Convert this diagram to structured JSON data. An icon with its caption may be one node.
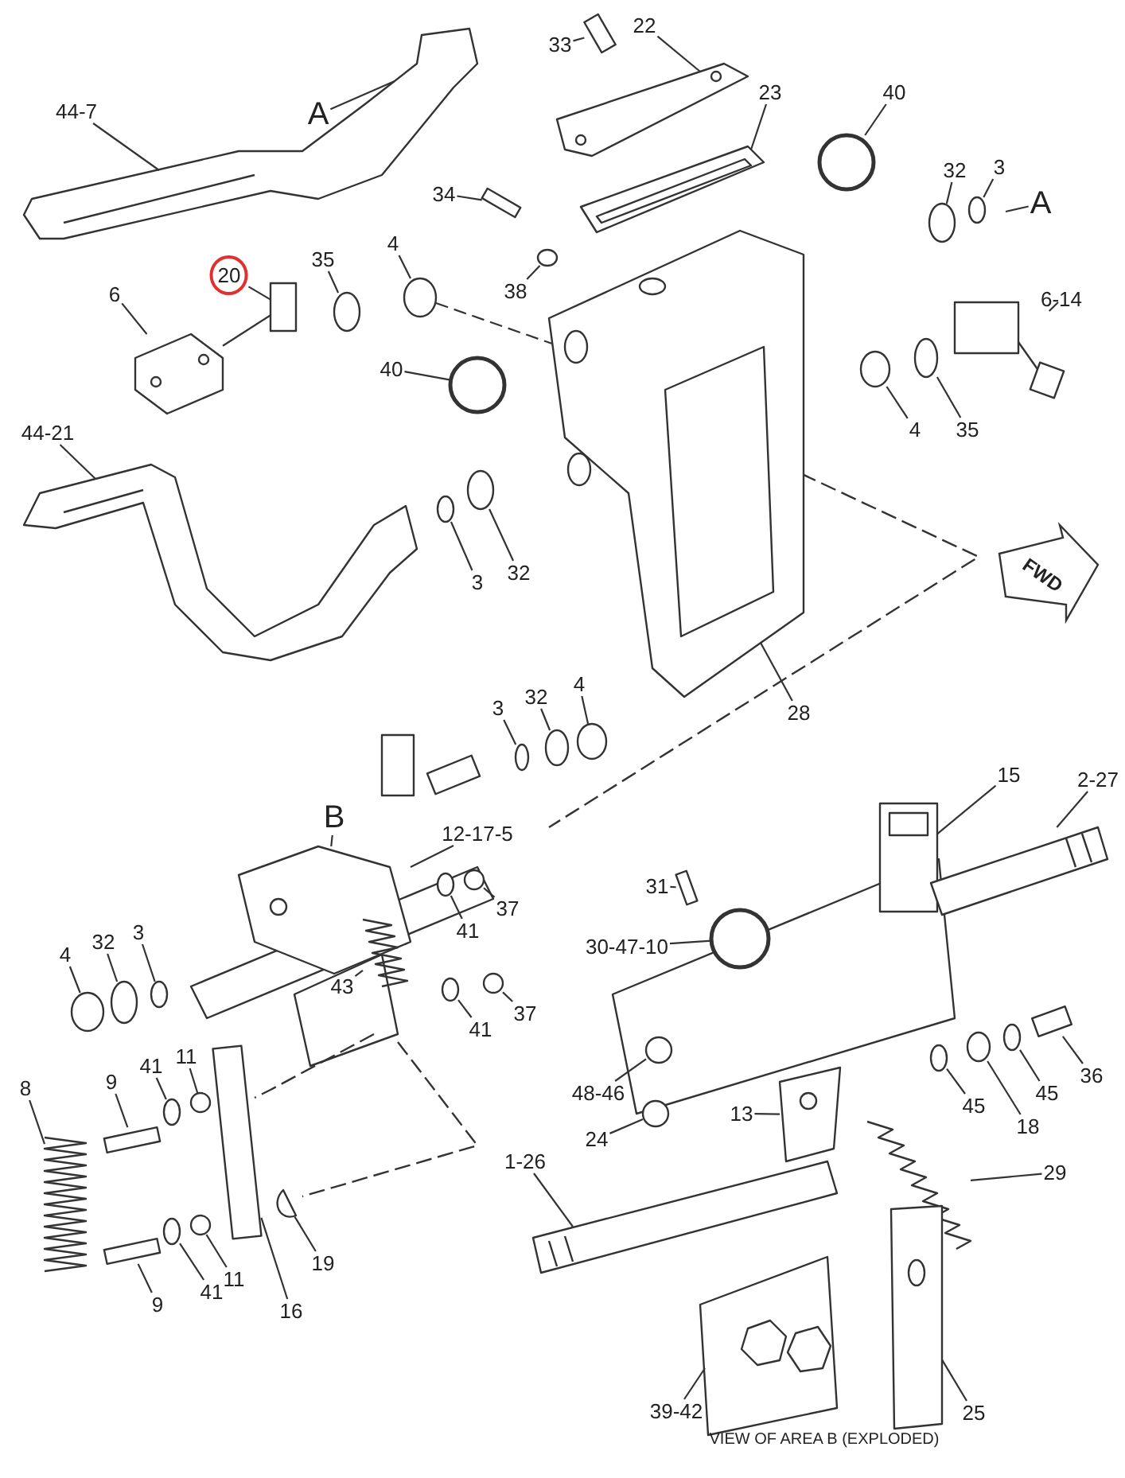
{
  "diagram": {
    "nodes": [
      {
        "text": [
          "44-7"
        ]
      },
      {
        "text": [
          "A"
        ]
      },
      {
        "text": [
          "33"
        ]
      },
      {
        "text": [
          "22"
        ]
      },
      {
        "text": [
          "23"
        ]
      },
      {
        "text": [
          "40"
        ]
      },
      {
        "text": [
          "32"
        ]
      },
      {
        "text": [
          "3"
        ]
      },
      {
        "text": [
          "A"
        ]
      },
      {
        "text": [
          "6-14"
        ]
      },
      {
        "text": [
          "34"
        ]
      },
      {
        "text": [
          "20"
        ]
      },
      {
        "text": [
          "35"
        ]
      },
      {
        "text": [
          "4"
        ]
      },
      {
        "text": [
          "38"
        ]
      },
      {
        "text": [
          "6"
        ]
      },
      {
        "text": [
          "40"
        ]
      },
      {
        "text": [
          "4"
        ]
      },
      {
        "text": [
          "35"
        ]
      },
      {
        "text": [
          "44-21"
        ]
      },
      {
        "text": [
          "3"
        ]
      },
      {
        "text": [
          "32"
        ]
      },
      {
        "text": [
          "28"
        ]
      },
      {
        "text": [
          "3"
        ]
      },
      {
        "text": [
          "32"
        ]
      },
      {
        "text": [
          "4"
        ]
      },
      {
        "text": [
          "B"
        ]
      },
      {
        "text": [
          "12-17-5"
        ]
      },
      {
        "text": [
          "37"
        ]
      },
      {
        "text": [
          "41"
        ]
      },
      {
        "text": [
          "43"
        ]
      },
      {
        "text": [
          "41"
        ]
      },
      {
        "text": [
          "37"
        ]
      },
      {
        "text": [
          "15"
        ]
      },
      {
        "text": [
          "2-27"
        ]
      },
      {
        "text": [
          "31"
        ]
      },
      {
        "text": [
          "30-47-10"
        ]
      },
      {
        "text": [
          "4"
        ]
      },
      {
        "text": [
          "32"
        ]
      },
      {
        "text": [
          "3"
        ]
      },
      {
        "text": [
          "8"
        ]
      },
      {
        "text": [
          "9"
        ]
      },
      {
        "text": [
          "41"
        ]
      },
      {
        "text": [
          "11"
        ]
      },
      {
        "text": [
          "48-46"
        ]
      },
      {
        "text": [
          "24"
        ]
      },
      {
        "text": [
          "45"
        ]
      },
      {
        "text": [
          "18"
        ]
      },
      {
        "text": [
          "45"
        ]
      },
      {
        "text": [
          "36"
        ]
      },
      {
        "text": [
          "1-26"
        ]
      },
      {
        "text": [
          "29"
        ]
      },
      {
        "text": [
          "13"
        ]
      },
      {
        "text": [
          "19"
        ]
      },
      {
        "text": [
          "9"
        ]
      },
      {
        "text": [
          "41"
        ]
      },
      {
        "text": [
          "11"
        ]
      },
      {
        "text": [
          "16"
        ]
      },
      {
        "text": [
          "39-42"
        ]
      },
      {
        "text": [
          "25"
        ]
      },
      {
        "text": [],
        "shape": "picture"
      },
      {
        "text": [],
        "shape": "box"
      },
      {
        "text": [],
        "shape": "picture"
      },
      {
        "text": [],
        "shape": "picture"
      },
      {
        "text": [],
        "shape": "circle"
      },
      {
        "text": [],
        "shape": "circle"
      },
      {
        "text": [],
        "shape": "circle"
      },
      {
        "text": [],
        "shape": "picture"
      },
      {
        "text": [],
        "shape": "box"
      },
      {
        "text": [],
        "shape": "box"
      },
      {
        "text": [],
        "shape": "circle"
      },
      {
        "text": [],
        "shape": "circle"
      },
      {
        "text": [],
        "shape": "circle"
      },
      {
        "text": [],
        "shape": "picture"
      },
      {
        "text": [],
        "shape": "circle"
      },
      {
        "text": [],
        "shape": "circle"
      },
      {
        "text": [],
        "shape": "circle"
      },
      {
        "text": [],
        "shape": "picture"
      },
      {
        "text": [],
        "shape": "circle"
      },
      {
        "text": [],
        "shape": "circle"
      },
      {
        "text": [],
        "shape": "picture"
      },
      {
        "text": [],
        "shape": "circle"
      },
      {
        "text": [],
        "shape": "circle"
      },
      {
        "text": [],
        "shape": "circle"
      },
      {
        "text": [],
        "shape": "picture"
      },
      {
        "text": [],
        "shape": "circle"
      },
      {
        "text": [],
        "shape": "circle"
      },
      {
        "text": [],
        "shape": "picture"
      },
      {
        "text": [],
        "shape": "circle"
      },
      {
        "text": [],
        "shape": "circle"
      },
      {
        "text": [],
        "shape": "picture"
      },
      {
        "text": [],
        "shape": "picture"
      },
      {
        "text": [],
        "shape": "box"
      },
      {
        "text": [],
        "shape": "circle"
      },
      {
        "text": [],
        "shape": "circle"
      },
      {
        "text": [],
        "shape": "circle"
      },
      {
        "text": [],
        "shape": "circle"
      },
      {
        "text": [],
        "shape": "picture"
      },
      {
        "text": [],
        "shape": "box"
      },
      {
        "text": [],
        "shape": "circle"
      },
      {
        "text": [],
        "shape": "circle"
      },
      {
        "text": [],
        "shape": "circle"
      },
      {
        "text": [],
        "shape": "circle"
      },
      {
        "text": [],
        "shape": "circle"
      },
      {
        "text": [],
        "shape": "circle"
      },
      {
        "text": [],
        "shape": "circle"
      },
      {
        "text": [],
        "shape": "box"
      },
      {
        "text": [],
        "shape": "picture"
      },
      {
        "text": [],
        "shape": "picture"
      },
      {
        "text": [],
        "shape": "picture"
      },
      {
        "text": [],
        "shape": "picture"
      },
      {
        "text": [],
        "shape": "box"
      },
      {
        "text": [],
        "shape": "circle"
      },
      {
        "text": [],
        "shape": "circle"
      },
      {
        "text": [],
        "shape": "box"
      },
      {
        "text": [],
        "shape": "picture"
      },
      {
        "text": [],
        "shape": "picture"
      }
    ],
    "edges": [
      {
        "from": 0,
        "to": 60,
        "arrow": "none"
      },
      {
        "from": 1,
        "to": 60,
        "arrow": "none"
      },
      {
        "from": 2,
        "to": 61,
        "arrow": "none"
      },
      {
        "from": 3,
        "to": 62,
        "arrow": "none"
      },
      {
        "from": 4,
        "to": 63,
        "arrow": "none"
      },
      {
        "from": 5,
        "to": 64,
        "arrow": "none"
      },
      {
        "from": 6,
        "to": 65,
        "arrow": "none"
      },
      {
        "from": 7,
        "to": 66,
        "arrow": "none"
      },
      {
        "from": 8,
        "to": null,
        "arrow": "none"
      },
      {
        "from": 9,
        "to": 67,
        "arrow": "none"
      },
      {
        "from": 10,
        "to": 68,
        "arrow": "none"
      },
      {
        "from": 11,
        "to": 69,
        "arrow": "none"
      },
      {
        "from": 12,
        "to": 70,
        "arrow": "none"
      },
      {
        "from": 13,
        "to": 71,
        "arrow": "none"
      },
      {
        "from": 14,
        "to": 72,
        "arrow": "none"
      },
      {
        "from": 15,
        "to": 73,
        "arrow": "none"
      },
      {
        "from": 16,
        "to": 74,
        "arrow": "none"
      },
      {
        "from": 17,
        "to": 75,
        "arrow": "none"
      },
      {
        "from": 18,
        "to": 76,
        "arrow": "none"
      },
      {
        "from": 19,
        "to": 77,
        "arrow": "none"
      },
      {
        "from": 20,
        "to": 78,
        "arrow": "none"
      },
      {
        "from": 21,
        "to": 79,
        "arrow": "none"
      },
      {
        "from": 22,
        "to": 80,
        "arrow": "none"
      },
      {
        "from": 23,
        "to": 81,
        "arrow": "none"
      },
      {
        "from": 24,
        "to": 82,
        "arrow": "none"
      },
      {
        "from": 25,
        "to": 83,
        "arrow": "none"
      },
      {
        "from": 26,
        "to": 84,
        "arrow": "none"
      },
      {
        "from": 27,
        "to": 84,
        "arrow": "none"
      },
      {
        "from": 28,
        "to": 85,
        "arrow": "none"
      },
      {
        "from": 29,
        "to": 86,
        "arrow": "none"
      },
      {
        "from": 30,
        "to": 87,
        "arrow": "none"
      },
      {
        "from": 31,
        "to": 88,
        "arrow": "none"
      },
      {
        "from": 32,
        "to": 89,
        "arrow": "none"
      },
      {
        "from": 33,
        "to": 90,
        "arrow": "none"
      },
      {
        "from": 34,
        "to": 91,
        "arrow": "none"
      },
      {
        "from": 35,
        "to": 92,
        "arrow": "none"
      },
      {
        "from": 36,
        "to": 93,
        "arrow": "none"
      },
      {
        "from": 37,
        "to": 94,
        "arrow": "none"
      },
      {
        "from": 38,
        "to": 95,
        "arrow": "none"
      },
      {
        "from": 39,
        "to": 96,
        "arrow": "none"
      },
      {
        "from": 40,
        "to": 97,
        "arrow": "none"
      },
      {
        "from": 41,
        "to": 98,
        "arrow": "none"
      },
      {
        "from": 42,
        "to": 99,
        "arrow": "none"
      },
      {
        "from": 43,
        "to": 100,
        "arrow": "none"
      },
      {
        "from": 44,
        "to": 101,
        "arrow": "none"
      },
      {
        "from": 45,
        "to": 102,
        "arrow": "none"
      },
      {
        "from": 46,
        "to": 103,
        "arrow": "none"
      },
      {
        "from": 47,
        "to": 104,
        "arrow": "none"
      },
      {
        "from": 48,
        "to": 105,
        "arrow": "none"
      },
      {
        "from": 49,
        "to": 106,
        "arrow": "none"
      },
      {
        "from": 50,
        "to": 107,
        "arrow": "none"
      },
      {
        "from": 51,
        "to": 108,
        "arrow": "none"
      },
      {
        "from": 52,
        "to": 109,
        "arrow": "none"
      },
      {
        "from": 53,
        "to": 110,
        "arrow": "none"
      },
      {
        "from": 54,
        "to": 111,
        "arrow": "none"
      },
      {
        "from": 55,
        "to": 112,
        "arrow": "none"
      },
      {
        "from": 56,
        "to": 113,
        "arrow": "none"
      },
      {
        "from": 57,
        "to": 114,
        "arrow": "none"
      },
      {
        "from": 58,
        "to": 115,
        "arrow": "none"
      },
      {
        "from": 59,
        "to": 116,
        "arrow": "none"
      },
      {
        "from": 71,
        "to": 80,
        "arrow": "none",
        "style": "dashed"
      },
      {
        "from": 69,
        "to": 73,
        "arrow": "none"
      }
    ],
    "labels": [
      "FWD",
      "VIEW OF AREA B (EXPLODED)"
    ]
  }
}
